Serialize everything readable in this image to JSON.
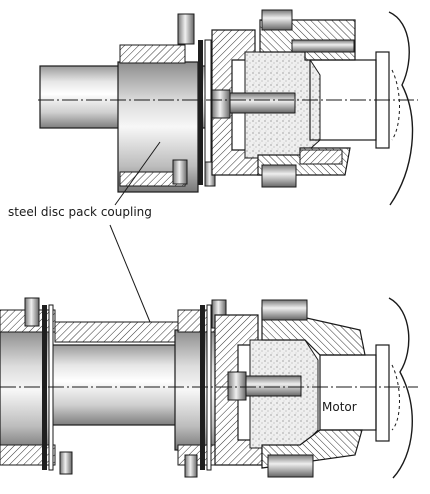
{
  "labels": {
    "coupling": "steel disc pack coupling",
    "motor": "Motor"
  },
  "colors": {
    "line": "#1a1a1a",
    "shaft_light": "#f4f4f4",
    "shaft_mid": "#cfcfcf",
    "shaft_dark": "#8a8a8a",
    "hatch": "#333333",
    "stipple_bg": "#ededed",
    "disc_pack": "#222222"
  },
  "icons": [
    "bolt-icon",
    "screw-icon",
    "centerline"
  ]
}
